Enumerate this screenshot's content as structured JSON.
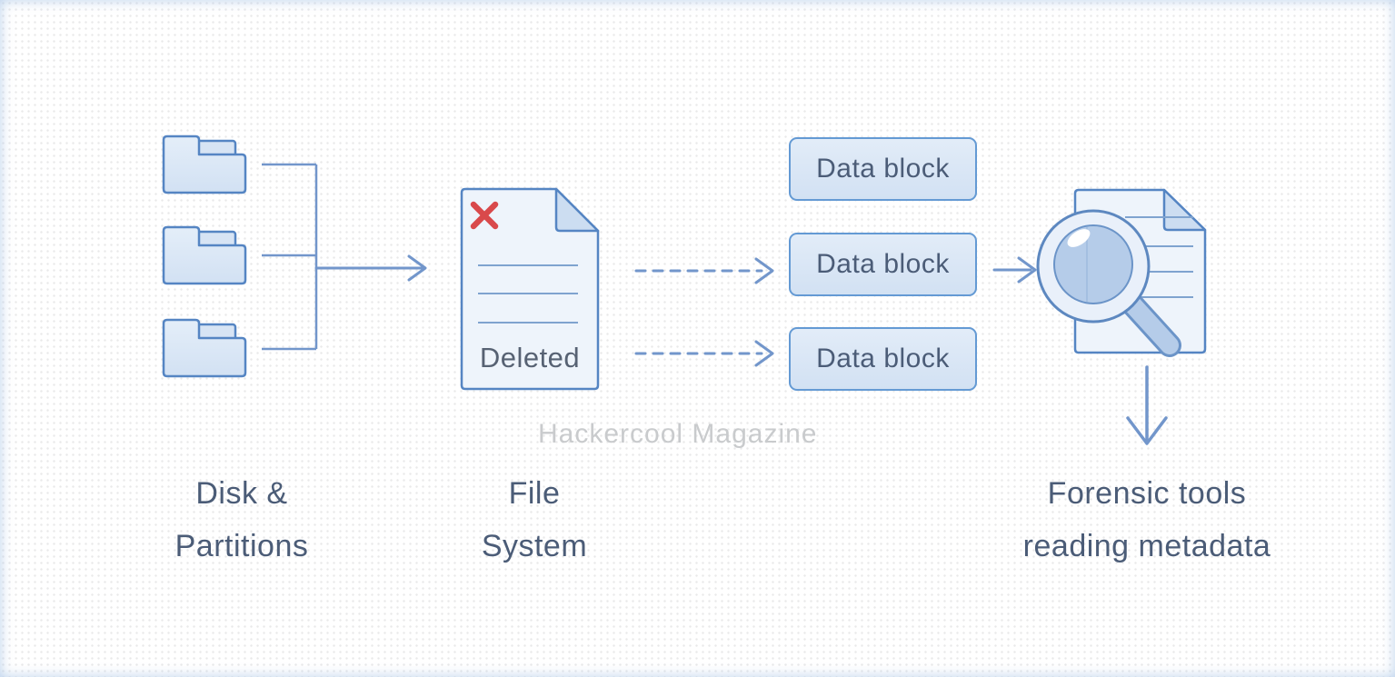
{
  "watermark": "Hackercool Magazine",
  "file_system": {
    "deleted_label": "Deleted"
  },
  "data_blocks": [
    "Data block",
    "Data block",
    "Data block"
  ],
  "captions": {
    "disk_line1": "Disk &",
    "disk_line2": "Partitions",
    "file_line1": "File",
    "file_line2": "System",
    "forensic_line1": "Forensic tools",
    "forensic_line2": "reading metadata"
  },
  "colors": {
    "outline_blue": "#5585c3",
    "arrow_blue": "#7296cb",
    "fill_light_blue": "#dfeaf7",
    "doc_fill": "#eef4fb",
    "dogear_fill": "#ccddf1",
    "lens_fill": "#b5cce9",
    "text_slate": "#4b5c77",
    "watermark_gray": "#c9cbcd",
    "delete_red": "#d9494b"
  }
}
